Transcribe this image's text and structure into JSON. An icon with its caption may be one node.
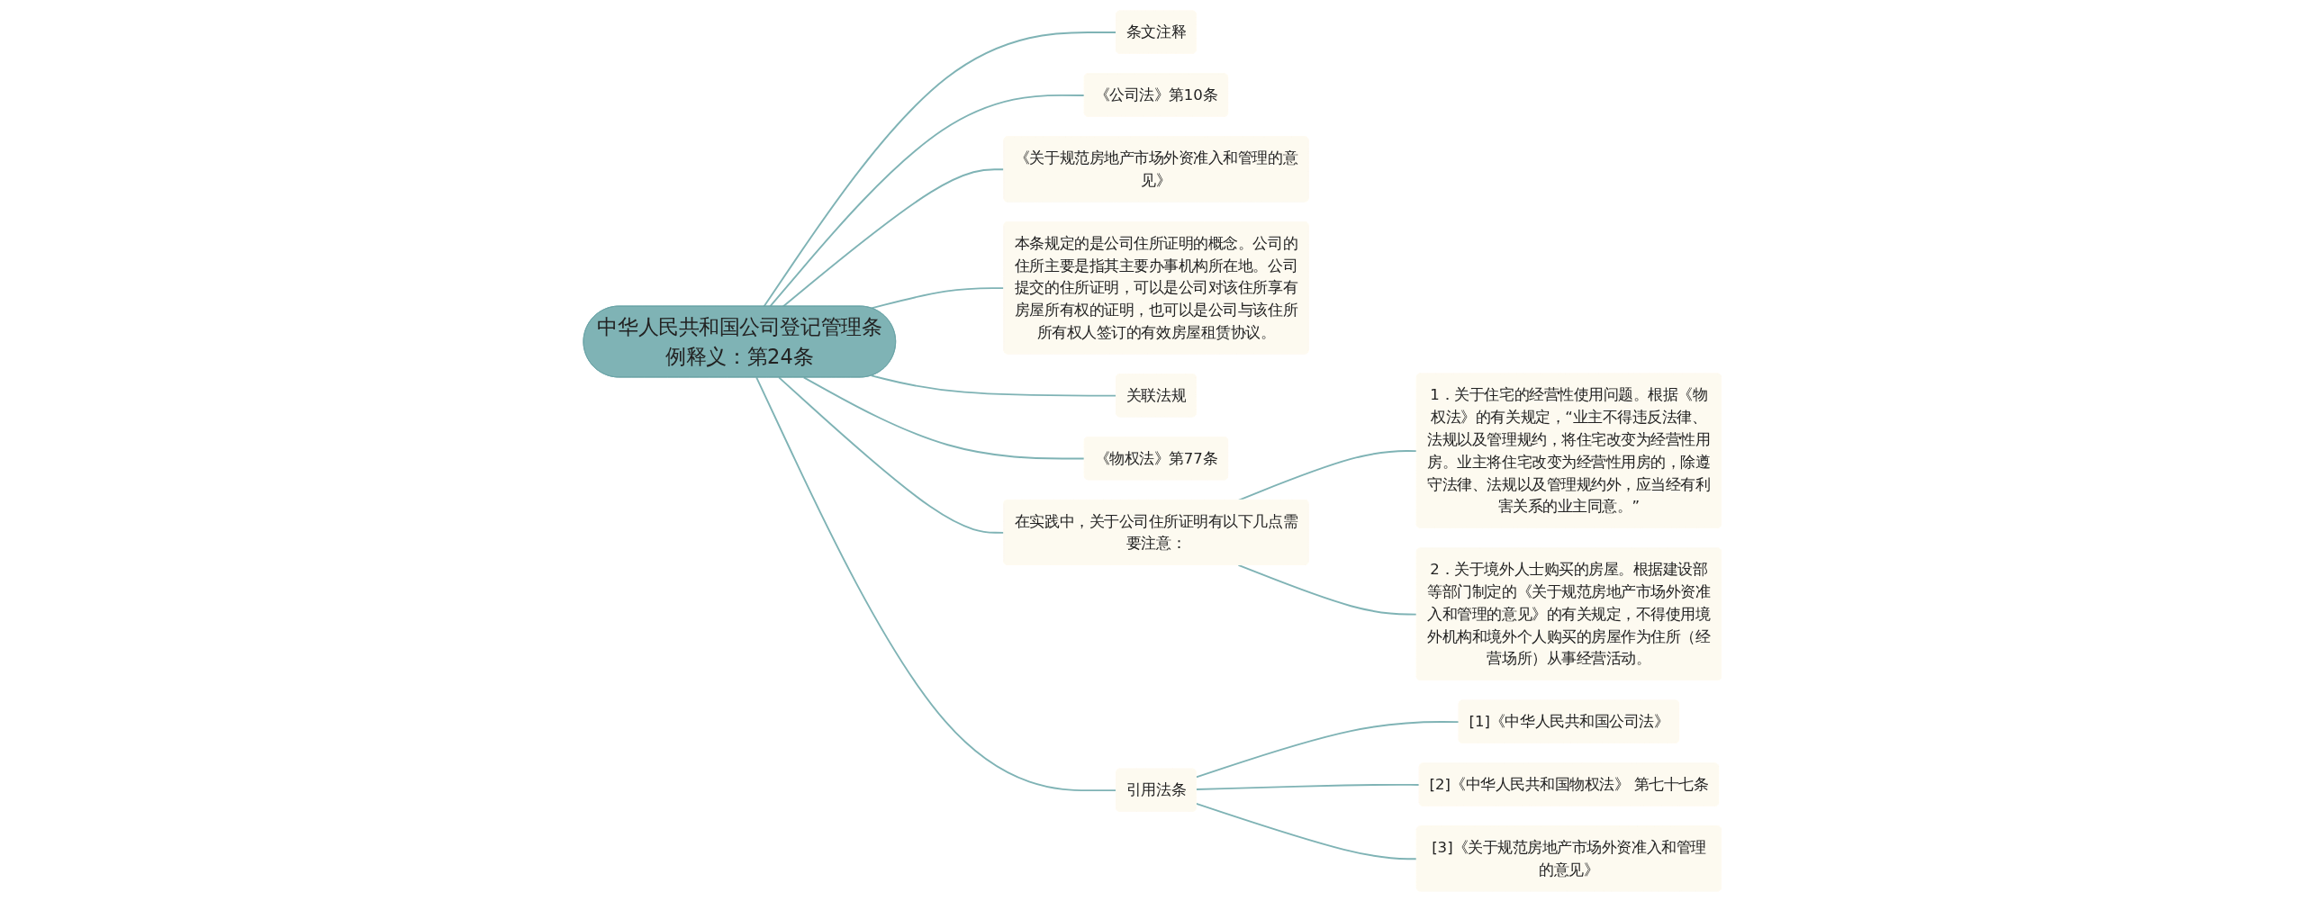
{
  "diagram": {
    "nodes": [
      {
        "text": [
          "中华人民共和国公司登记管理条例释义：第24条"
        ]
      },
      {
        "text": [
          "条文注释"
        ]
      },
      {
        "text": [
          "在实践中，关于公司住所证明有以下几点需要注意："
        ]
      },
      {
        "text": [
          "1．关于住宅的经营性使用问题。根据《物权法》的有关规定，“业主不得违反法律、法规以及管理规约，将住宅改变为经营性用房。业主将住宅改变为经营性用房的，除遵守法律、法规以及管理规约外，应当经有利害关系的业主同意。”"
        ]
      },
      {
        "text": [
          "2．关于境外人士购买的房屋。根据建设部等部门制定的《关于规范房地产市场外资准入和管理的意见》的有关规定，不得使用境外机构和境外个人购买的房屋作为住所（经营场所）从事经营活动。"
        ]
      },
      {
        "text": [
          "《公司法》第10条"
        ]
      },
      {
        "text": [
          "《关于规范房地产市场外资准入和管理的意见》"
        ]
      },
      {
        "text": [
          "本条规定的是公司住所证明的概念。公司的住所主要是指其主要办事机构所在地。公司提交的住所证明，可以是公司对该住所享有房屋所有权的证明，也可以是公司与该住所所有权人签订的有效房屋租赁协议。"
        ]
      },
      {
        "text": [
          "关联法规"
        ]
      },
      {
        "text": [
          "《物权法》第77条"
        ]
      },
      {
        "text": [
          "引用法条"
        ]
      },
      {
        "text": [
          "[1]《中华人民共和国公司法》"
        ]
      },
      {
        "text": [
          "[2]《中华人民共和国物权法》 第七十七条"
        ]
      },
      {
        "text": [
          "[3]《关于规范房地产市场外资准入和管理的意见》"
        ]
      }
    ],
    "edges": [
      {
        "from": 0,
        "to": 1,
        "arrow": "none"
      },
      {
        "from": 0,
        "to": 2,
        "arrow": "none"
      },
      {
        "from": 2,
        "to": 3,
        "arrow": "none"
      },
      {
        "from": 2,
        "to": 4,
        "arrow": "none"
      },
      {
        "from": 0,
        "to": 5,
        "arrow": "none"
      },
      {
        "from": 0,
        "to": 6,
        "arrow": "none"
      },
      {
        "from": 0,
        "to": 7,
        "arrow": "none"
      },
      {
        "from": 0,
        "to": 8,
        "arrow": "none"
      },
      {
        "from": 0,
        "to": 9,
        "arrow": "none"
      },
      {
        "from": 0,
        "to": 10,
        "arrow": "none"
      },
      {
        "from": 10,
        "to": 11,
        "arrow": "none"
      },
      {
        "from": 10,
        "to": 12,
        "arrow": "none"
      },
      {
        "from": 10,
        "to": 13,
        "arrow": "none"
      }
    ]
  }
}
